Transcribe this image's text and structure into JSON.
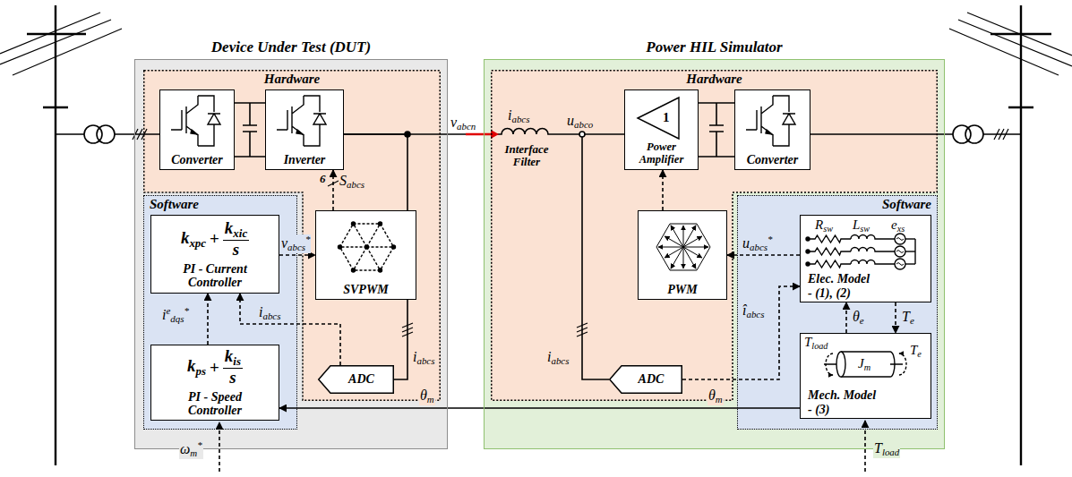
{
  "diagram": {
    "nodes": [
      {
        "text": [
          "Device Under Test (DUT)"
        ]
      },
      {
        "text": [
          "Hardware"
        ],
        "in": 0
      },
      {
        "text": [
          "Converter"
        ],
        "in": 1
      },
      {
        "text": [
          "Inverter"
        ],
        "in": 1
      },
      {
        "text": [
          "SVPWM"
        ],
        "in": 1
      },
      {
        "text": [
          "ADC"
        ],
        "in": 1
      },
      {
        "text": [
          "Software"
        ],
        "in": 0
      },
      {
        "text": [
          "kxpc",
          "+",
          "kxic",
          "s",
          "PI - Current Controller"
        ],
        "in": 6
      },
      {
        "text": [
          "kps",
          "+",
          "kis",
          "s",
          "PI - Speed Controller"
        ],
        "in": 6
      },
      {
        "text": [
          "Power HIL Simulator"
        ]
      },
      {
        "text": [
          "Hardware"
        ],
        "in": 9
      },
      {
        "text": [
          "1",
          "Power Amplifier"
        ],
        "in": 10
      },
      {
        "text": [
          "Converter"
        ],
        "in": 10
      },
      {
        "text": [
          "PWM"
        ],
        "in": 10
      },
      {
        "text": [
          "ADC"
        ],
        "in": 10
      },
      {
        "text": [
          "Software"
        ],
        "in": 9
      },
      {
        "text": [
          "Rsw",
          "Lsw",
          "exs",
          "Elec. Model - (1), (2)"
        ],
        "in": 15
      },
      {
        "text": [
          "Tload",
          "Jm",
          "Te",
          "Mech. Model - (3)"
        ],
        "in": 15
      }
    ],
    "edges": [
      {
        "from": 2,
        "to": 3,
        "arrow": "none"
      },
      {
        "from": 3,
        "to": 11,
        "arrow": "none"
      },
      {
        "from": 3,
        "to": 5,
        "arrow": "none"
      },
      {
        "from": 4,
        "to": 3,
        "label": "Sabcs",
        "arrow": "to"
      },
      {
        "from": 7,
        "to": 4,
        "label": "vabcs*",
        "arrow": "to"
      },
      {
        "from": 5,
        "to": 7,
        "label": "iabcs",
        "arrow": "to"
      },
      {
        "from": 8,
        "to": 7,
        "label": "iedqs*",
        "arrow": "to"
      },
      {
        "from": 17,
        "to": 8,
        "label": "θm",
        "arrow": "to"
      },
      {
        "from": 11,
        "to": 12,
        "arrow": "none"
      },
      {
        "from": 13,
        "to": 11,
        "arrow": "to"
      },
      {
        "from": 16,
        "to": 13,
        "label": "uabcs*",
        "arrow": "to"
      },
      {
        "from": 14,
        "to": 16,
        "label": "îabcs",
        "arrow": "to"
      },
      {
        "from": 17,
        "to": 16,
        "label": "θe",
        "arrow": "to"
      },
      {
        "from": 16,
        "to": 17,
        "label": "Te",
        "arrow": "to"
      }
    ],
    "labels": [
      "6",
      "iabcs",
      "vabcn",
      "iabcs",
      "Interface Filter",
      "uabco",
      "iabcs",
      "θm",
      "ωm*",
      "Tload"
    ]
  }
}
